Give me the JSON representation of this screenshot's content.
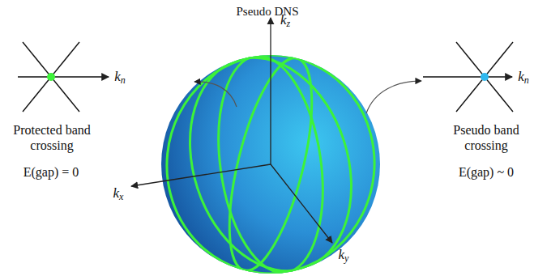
{
  "diagram": {
    "title": "Pseudo DNS",
    "labels": [
      "kz",
      "kx",
      "ky",
      "kn",
      "kn",
      "Protected band crossing",
      "E(gap) = 0",
      "Pseudo band crossing",
      "E(gap) ~ 0"
    ]
  }
}
